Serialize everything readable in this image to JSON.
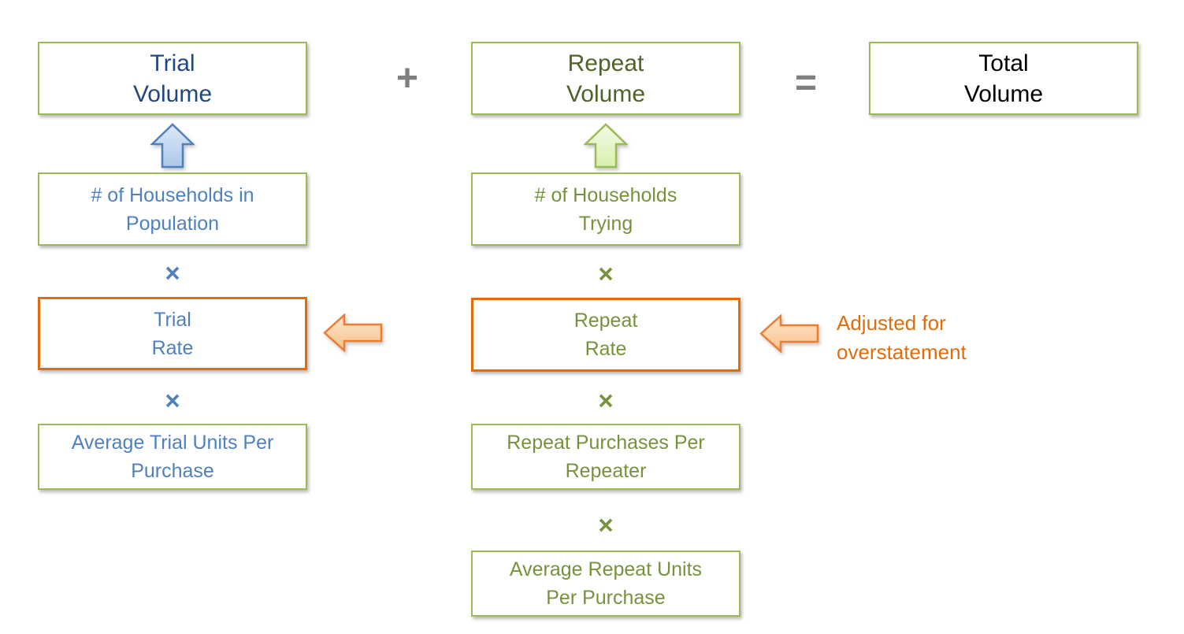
{
  "diagram_title": "volume-buildup-model",
  "boxes": {
    "trial_volume": {
      "label": "Trial\nVolume"
    },
    "repeat_volume": {
      "label": "Repeat\nVolume"
    },
    "total_volume": {
      "label": "Total\nVolume"
    },
    "households_population": {
      "label": "# of Households in\nPopulation"
    },
    "households_trying": {
      "label": "# of Households\nTrying"
    },
    "trial_rate": {
      "label": "Trial\nRate"
    },
    "repeat_rate": {
      "label": "Repeat\nRate"
    },
    "avg_trial_units": {
      "label": "Average Trial Units Per\nPurchase"
    },
    "repeat_purchases": {
      "label": "Repeat Purchases Per\nRepeater"
    },
    "avg_repeat_units": {
      "label": "Average Repeat Units\nPer Purchase"
    }
  },
  "operators": {
    "plus": "+",
    "equals": "=",
    "multiply": "×"
  },
  "annotation": {
    "label": "Adjusted for\noverstatement"
  },
  "icons": {
    "trial_up_arrow": "block-up-arrow-icon",
    "repeat_up_arrow": "block-up-arrow-icon",
    "trial_rate_arrow": "block-left-arrow-icon",
    "repeat_rate_arrow": "block-left-arrow-icon"
  },
  "colors": {
    "box_border_green": "#9BBB59",
    "box_border_orange": "#E36C0A",
    "text_dark_blue": "#1F497D",
    "text_medium_blue": "#4F81BD",
    "text_dark_olive": "#4F6228",
    "text_medium_olive": "#76933C",
    "text_black": "#000000",
    "text_orange": "#E36C0A",
    "operator_gray": "#7F7F7F",
    "blue_arrow_fill_top": "#DDE8F6",
    "blue_arrow_fill_bottom": "#ACC8EB",
    "green_arrow_fill_top": "#F3FAE5",
    "green_arrow_fill_bottom": "#D9F0AD",
    "orange_arrow_fill_top": "#FDE5CE",
    "orange_arrow_fill_bottom": "#F9C189",
    "orange_arrow_stroke": "#ED7D31"
  }
}
